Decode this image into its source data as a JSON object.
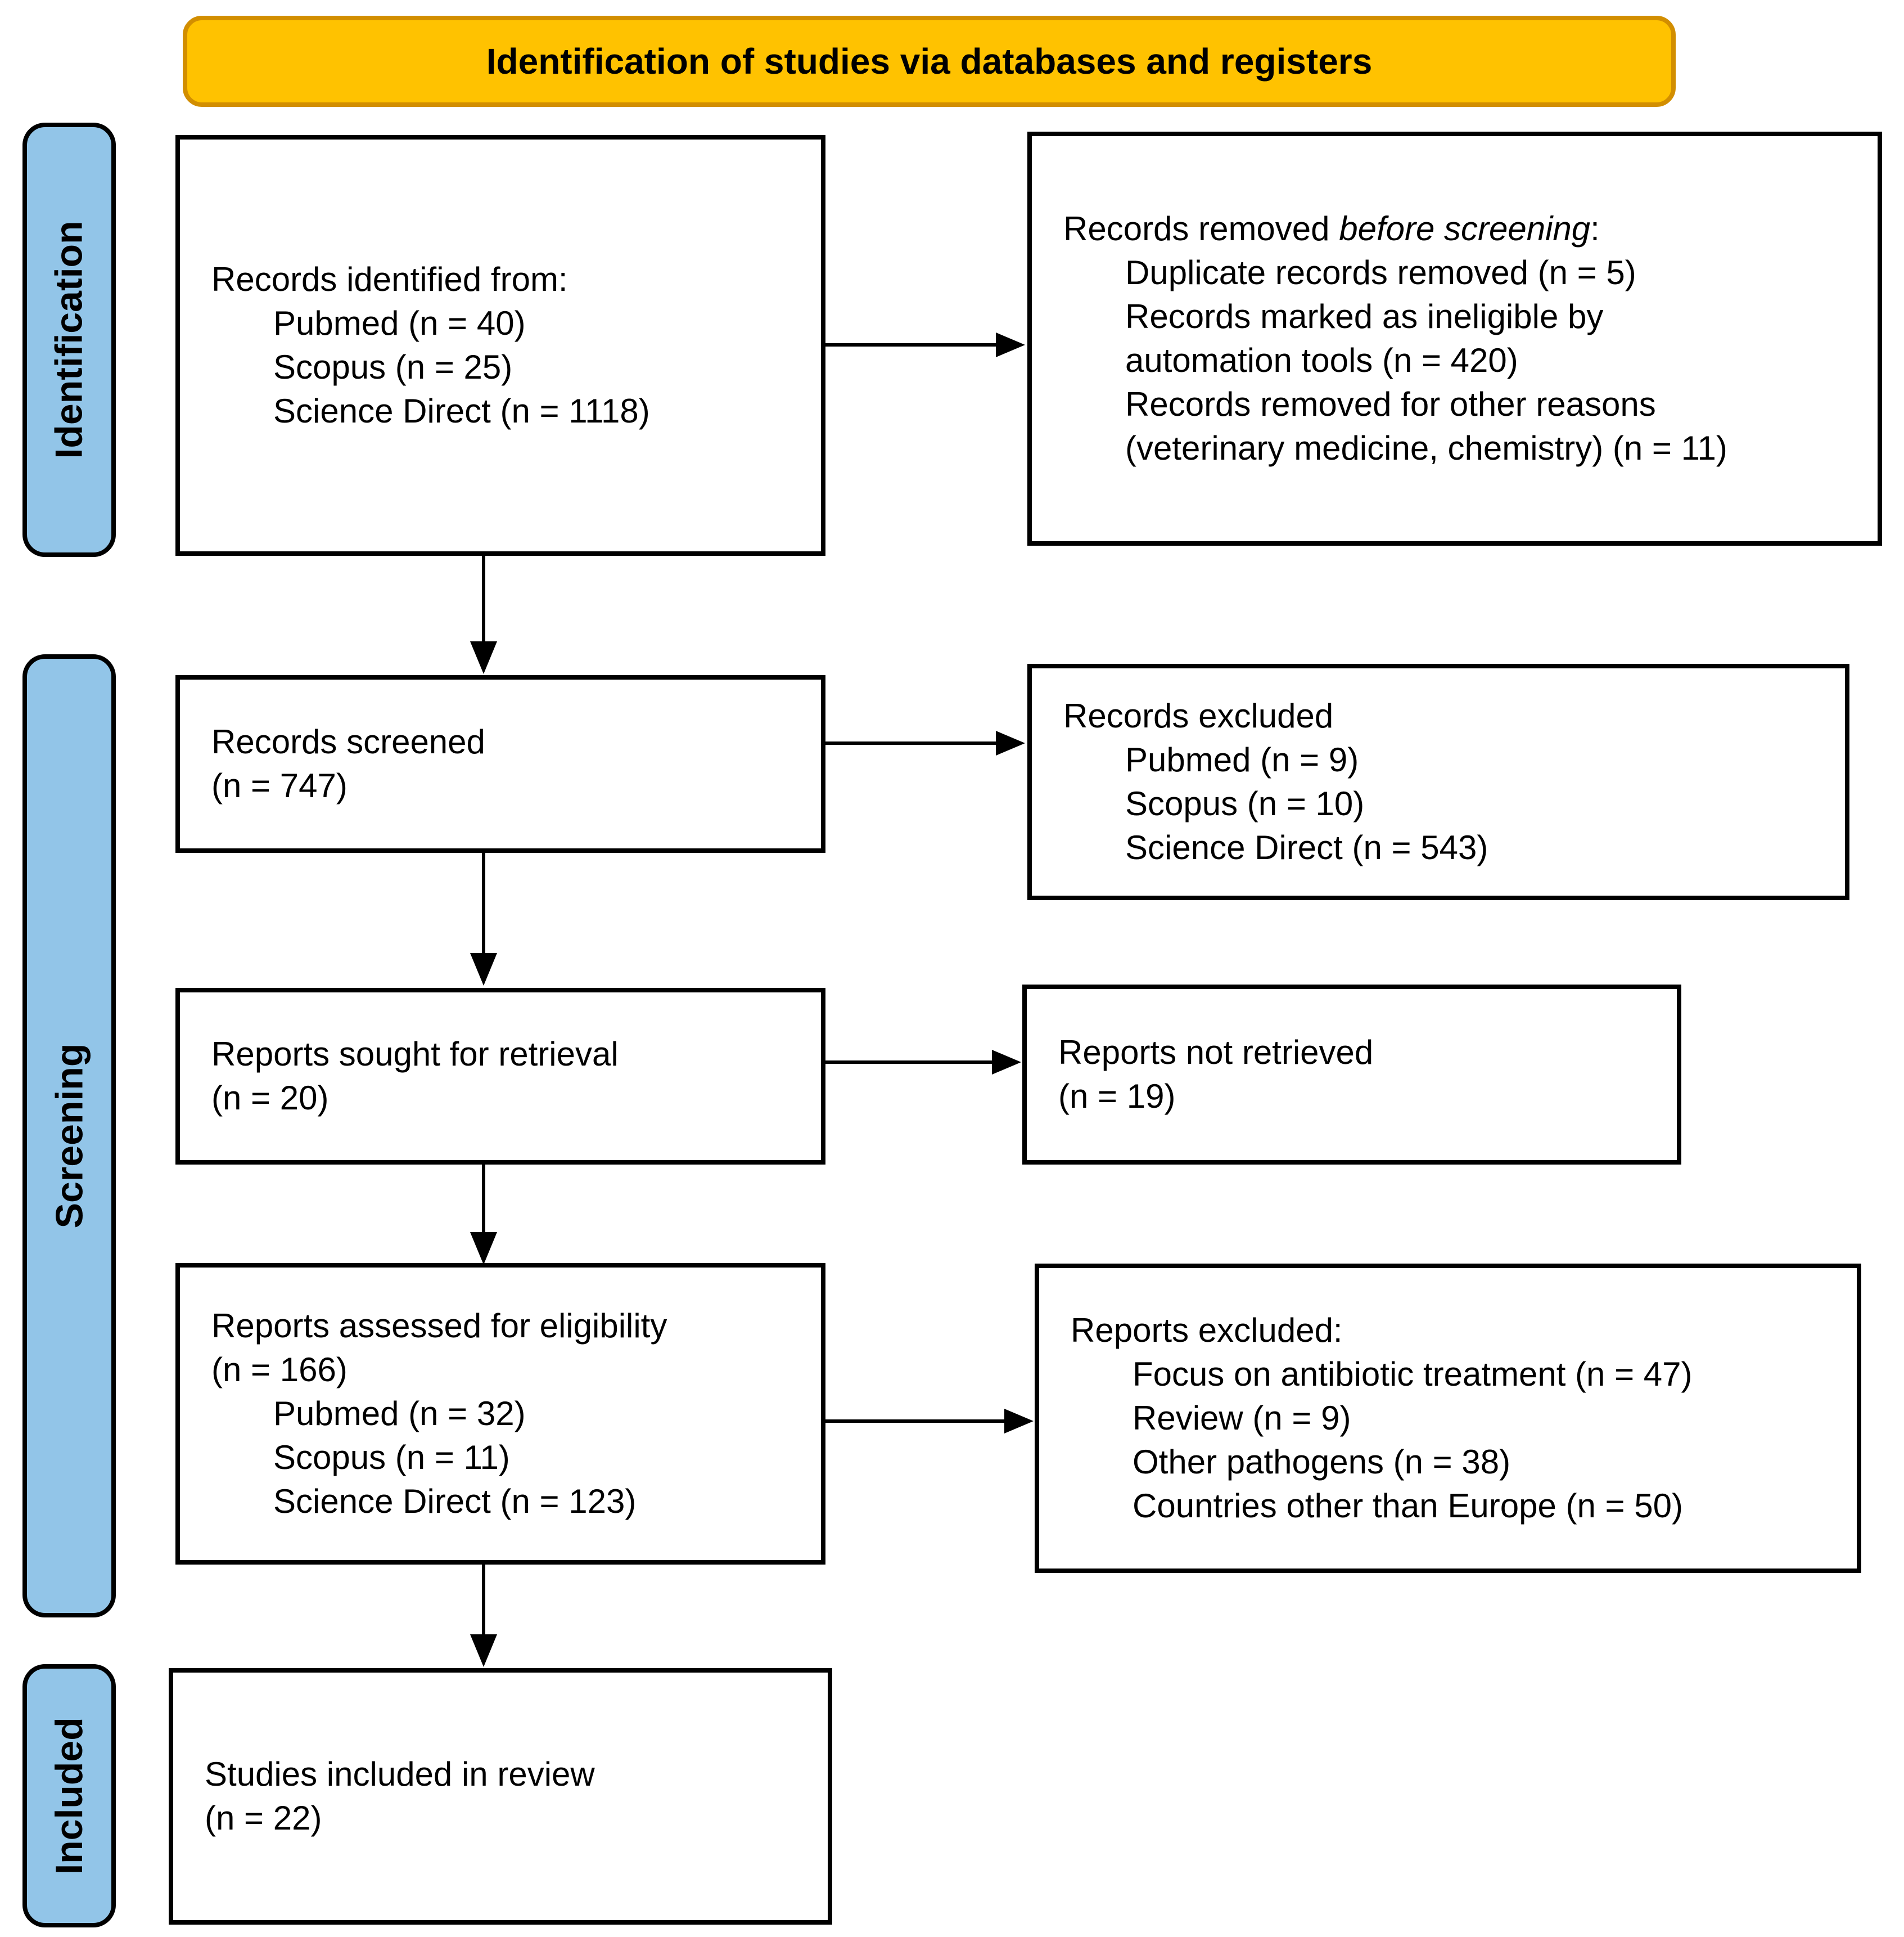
{
  "banner": {
    "label": "Identification of studies via databases and registers"
  },
  "sidebar": {
    "identification": "Identification",
    "screening": "Screening",
    "included": "Included"
  },
  "boxes": {
    "records_identified": {
      "lines": [
        "Records identified from:",
        "Pubmed (n = 40)",
        "Scopus (n = 25)",
        "Science Direct (n = 1118)"
      ]
    },
    "records_removed": {
      "title_parts": [
        "Records removed ",
        "before screening",
        ":"
      ],
      "lines": [
        "Duplicate records removed (n = 5)",
        "Records marked as ineligible by",
        "automation tools (n = 420)",
        "Records removed for other reasons",
        "(veterinary medicine, chemistry) (n = 11)"
      ]
    },
    "records_screened": {
      "lines": [
        "Records screened",
        "(n = 747)"
      ]
    },
    "records_excluded": {
      "lines": [
        "Records excluded",
        "Pubmed (n = 9)",
        "Scopus (n = 10)",
        "Science Direct (n = 543)"
      ]
    },
    "reports_sought": {
      "lines": [
        "Reports sought for retrieval",
        "(n = 20)"
      ]
    },
    "reports_not_retrieved": {
      "lines": [
        "Reports not retrieved",
        "(n = 19)"
      ]
    },
    "reports_assessed": {
      "lines": [
        "Reports assessed for eligibility",
        "(n = 166)",
        "Pubmed (n = 32)",
        "Scopus (n = 11)",
        "Science Direct (n = 123)"
      ]
    },
    "reports_excluded": {
      "lines": [
        "Reports excluded:",
        "Focus on antibiotic treatment (n = 47)",
        "Review (n = 9)",
        "Other pathogens (n = 38)",
        "Countries other than Europe (n = 50)"
      ]
    },
    "studies_included": {
      "lines": [
        "Studies included in review",
        "(n = 22)"
      ]
    }
  },
  "colors": {
    "banner_fill": "#FFC200",
    "banner_border": "#D28E00",
    "sidebar_fill": "#92C5E8",
    "sidebar_border": "#000000",
    "box_border": "#000000",
    "line_color": "#000000",
    "text_color": "#000000"
  }
}
